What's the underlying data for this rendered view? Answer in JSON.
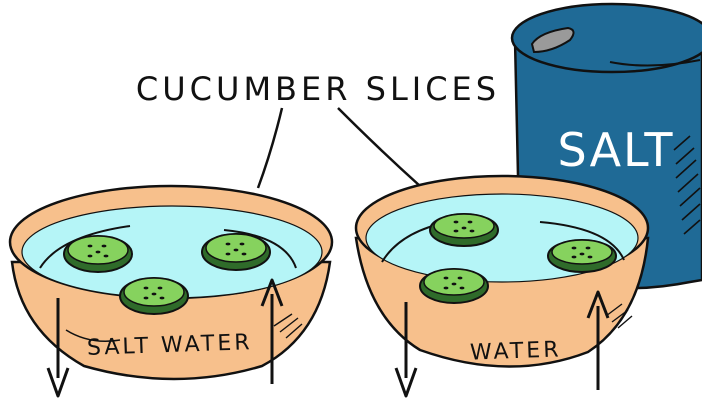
{
  "header": {
    "title": "CUCUMBER SLICES"
  },
  "container": {
    "label": "SALT",
    "color": "#1f6a96",
    "color_dark": "#164f72",
    "cap_color": "#9a9a9a"
  },
  "bowls": [
    {
      "label": "SALT WATER"
    },
    {
      "label": "WATER"
    }
  ],
  "colors": {
    "bowl": "#f7c08c",
    "water": "#b5f5f7",
    "cucumber_skin": "#2f6b2a",
    "cucumber_flesh": "#86d25e",
    "outline": "#111111"
  },
  "icons": [
    "arrow-down-icon",
    "arrow-up-icon",
    "cucumber-slice-icon",
    "salt-container-icon",
    "bowl-icon"
  ]
}
